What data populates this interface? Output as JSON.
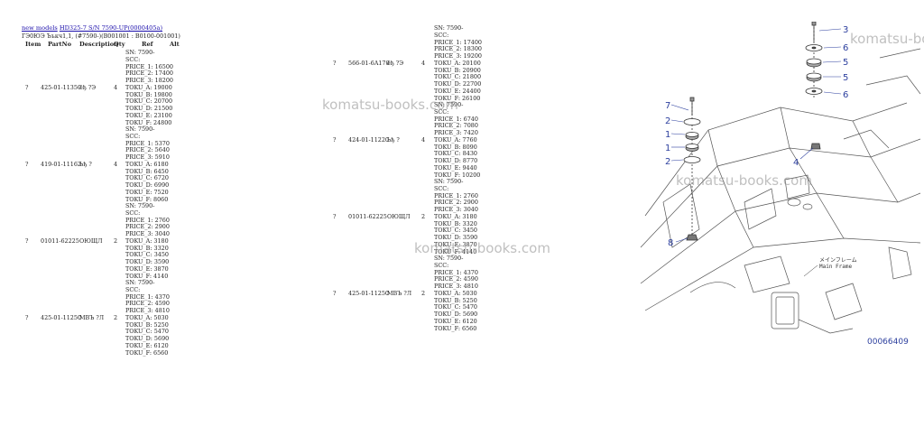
{
  "breadcrumb": {
    "link1": "new models",
    "link2": "HD325-7 S/N 7590-UP(0000405a)"
  },
  "subtitle": "ГЭ0ЮЭ Ъъкч1,1, (#7590-)(B001001 : B0100-001001)",
  "columns": {
    "item": "Item",
    "partno": "PartNo",
    "description": "Description",
    "qty": "Qty",
    "ref": "Ref",
    "alt": "Alt"
  },
  "left_rows": [
    {
      "item": "?",
      "partno": "425-01-11350",
      "description": "ёђ ?Э",
      "qty": "4",
      "ref": "SN: 7590-\nSCC:\nPRICE_1: 16500\nPRICE_2: 17400\nPRICE_3: 18200\nTOKU_A: 19000\nTOKU_B: 19800\nTOKU_C: 20700\nTOKU_D: 21500\nTOKU_E: 23100\nTOKU_F: 24800"
    },
    {
      "item": "?",
      "partno": "419-01-11162",
      "description": "Ьђ ?",
      "qty": "4",
      "ref": "SN: 7590-\nSCC:\nPRICE_1: 5370\nPRICE_2: 5640\nPRICE_3: 5910\nTOKU_A: 6180\nTOKU_B: 6450\nTOKU_C: 6720\nTOKU_D: 6990\nTOKU_E: 7520\nTOKU_F: 8060"
    },
    {
      "item": "?",
      "partno": "01011-62225",
      "description": "ОЮЩЛ",
      "qty": "2",
      "ref": "SN: 7590-\nSCC:\nPRICE_1: 2760\nPRICE_2: 2900\nPRICE_3: 3040\nTOKU_A: 3180\nTOKU_B: 3320\nTOKU_C: 3450\nTOKU_D: 3590\nTOKU_E: 3870\nTOKU_F: 4140"
    },
    {
      "item": "?",
      "partno": "425-01-11250",
      "description": "МВЪ ?Л",
      "qty": "2",
      "ref": "SN: 7590-\nSCC:\nPRICE_1: 4370\nPRICE_2: 4590\nPRICE_3: 4810\nTOKU_A: 5030\nTOKU_B: 5250\nTOKU_C: 5470\nTOKU_D: 5690\nTOKU_E: 6120\nTOKU_F: 6560"
    }
  ],
  "right_rows": [
    {
      "item": "?",
      "partno": "566-01-6A170",
      "description": "ёђ ?Э",
      "qty": "4",
      "ref": "SN: 7590-\nSCC:\nPRICE_1: 17400\nPRICE_2: 18300\nPRICE_3: 19200\nTOKU_A: 20100\nTOKU_B: 20900\nTOKU_C: 21800\nTOKU_D: 22700\nTOKU_E: 24400\nTOKU_F: 26100"
    },
    {
      "item": "?",
      "partno": "424-01-11220",
      "description": "Ьђ ?",
      "qty": "4",
      "ref": "SN: 7590-\nSCC:\nPRICE_1: 6740\nPRICE_2: 7080\nPRICE_3: 7420\nTOKU_A: 7760\nTOKU_B: 8090\nTOKU_C: 8430\nTOKU_D: 8770\nTOKU_E: 9440\nTOKU_F: 10200"
    },
    {
      "item": "?",
      "partno": "01011-62225",
      "description": "ОЮЩЛ",
      "qty": "2",
      "ref": "SN: 7590-\nSCC:\nPRICE_1: 2760\nPRICE_2: 2900\nPRICE_3: 3040\nTOKU_A: 3180\nTOKU_B: 3320\nTOKU_C: 3450\nTOKU_D: 3590\nTOKU_E: 3870\nTOKU_F: 4140"
    },
    {
      "item": "?",
      "partno": "425-01-11250",
      "description": "МВЪ ?Л",
      "qty": "2",
      "ref": "SN: 7590-\nSCC:\nPRICE_1: 4370\nPRICE_2: 4590\nPRICE_3: 4810\nTOKU_A: 5030\nTOKU_B: 5250\nTOKU_C: 5470\nTOKU_D: 5690\nTOKU_E: 6120\nTOKU_F: 6560"
    }
  ],
  "watermark": "komatsu-books.com",
  "diagram": {
    "callouts": [
      "3",
      "6",
      "5",
      "5",
      "6",
      "7",
      "2",
      "1",
      "1",
      "2",
      "4",
      "8"
    ],
    "frame_label_jp": "メインフレーム",
    "frame_label_en": "Main Frame",
    "diagram_id": "00066409"
  }
}
